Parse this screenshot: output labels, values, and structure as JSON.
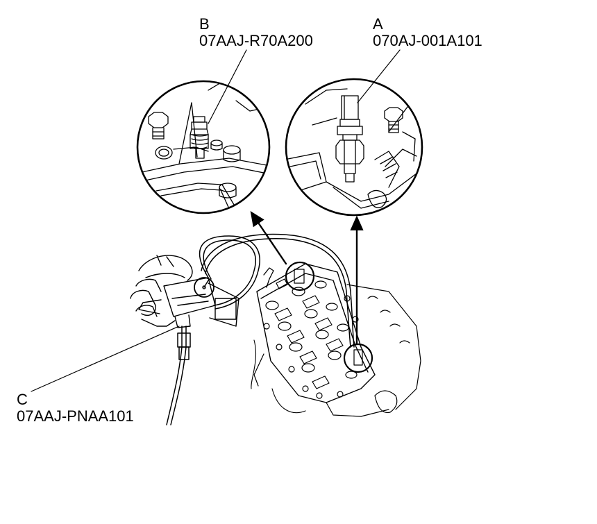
{
  "callouts": {
    "a": {
      "letter": "A",
      "part_number": "070AJ-001A101"
    },
    "b": {
      "letter": "B",
      "part_number": "07AAJ-R70A200"
    },
    "c": {
      "letter": "C",
      "part_number": "07AAJ-PNAA101"
    }
  },
  "colors": {
    "line": "#000000",
    "background": "#ffffff"
  }
}
